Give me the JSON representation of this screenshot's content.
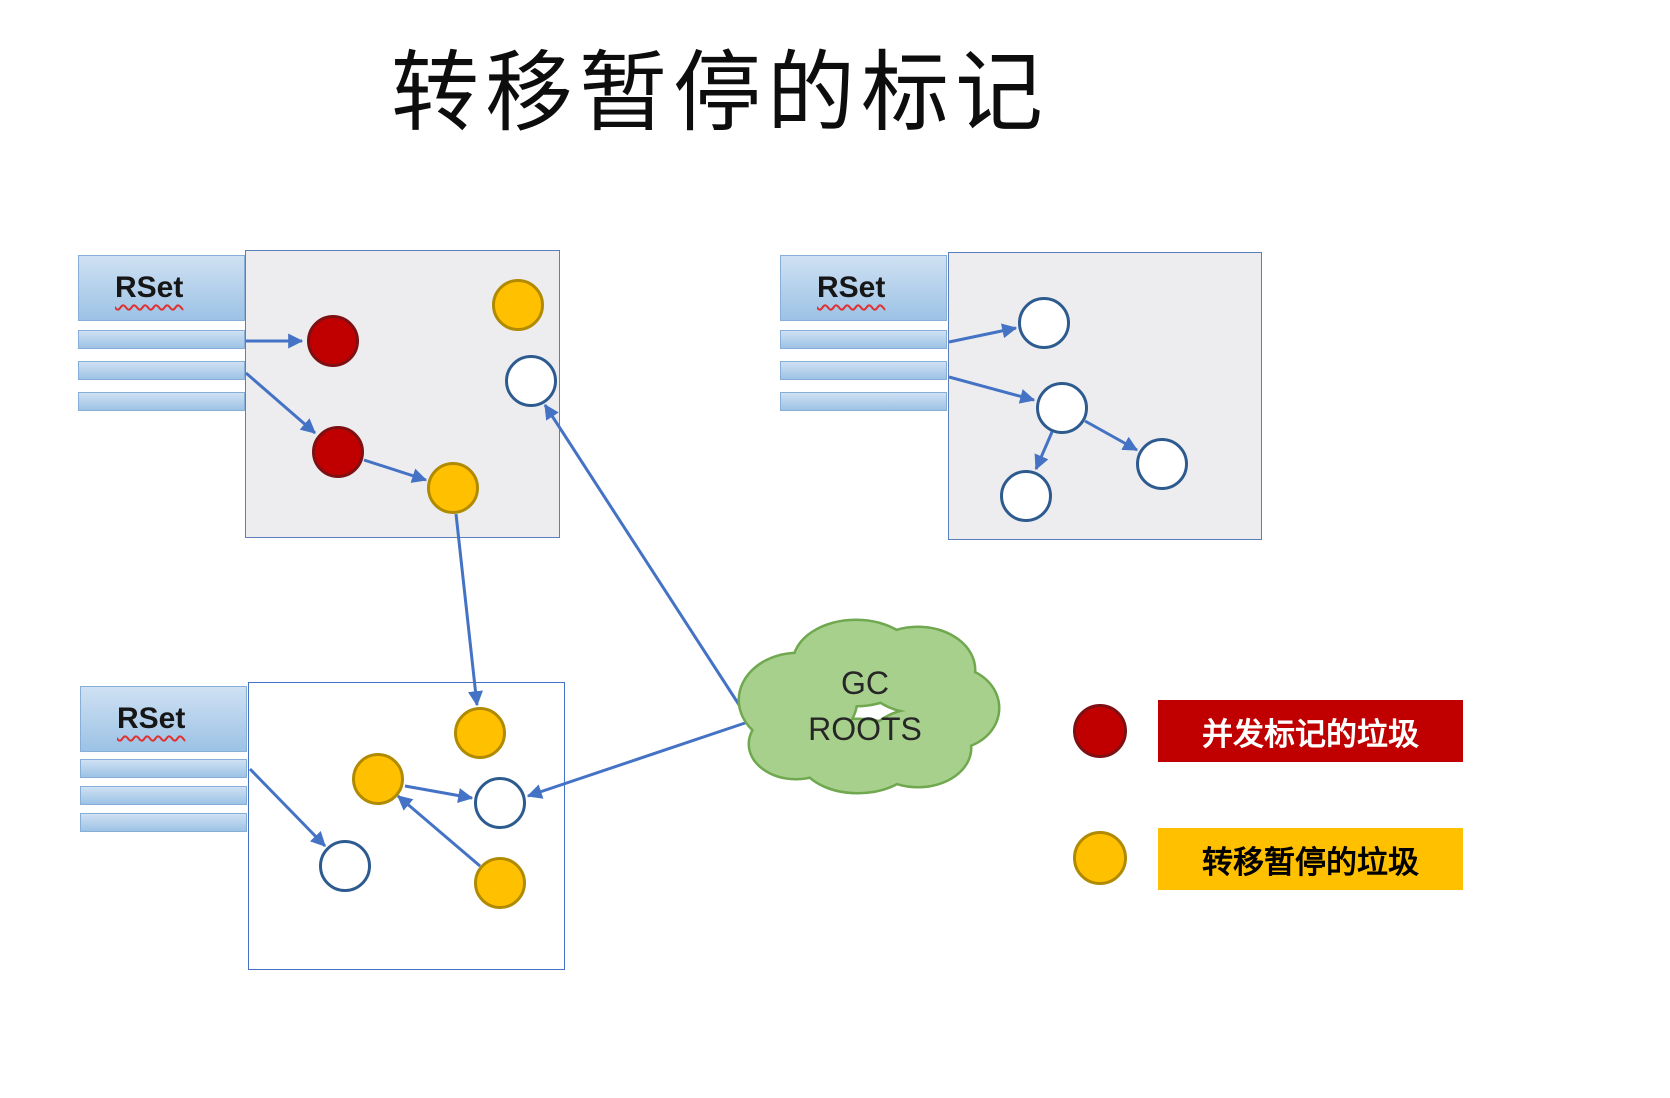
{
  "title": "转移暂停的标记",
  "regions": {
    "top_left": {
      "rset_label": "RSet"
    },
    "top_right": {
      "rset_label": "RSet"
    },
    "bottom_left": {
      "rset_label": "RSet"
    }
  },
  "gc_roots": {
    "line1": "GC",
    "line2": "ROOTS"
  },
  "legend": {
    "items": [
      {
        "swatch": "dark-red-circle",
        "label": "并发标记的垃圾",
        "swatch_color": "#C00000",
        "box_color": "#C00000",
        "text_color": "#FFFFFF"
      },
      {
        "swatch": "orange-circle",
        "label": "转移暂停的垃圾",
        "swatch_color": "#FFC000",
        "box_color": "#FFC000",
        "text_color": "#000000"
      }
    ]
  },
  "nodes": {
    "top_left_region": [
      "concurrent-marked-garbage",
      "concurrent-marked-garbage",
      "evacuation-pause-garbage",
      "evacuation-pause-garbage",
      "live-object"
    ],
    "top_right_region": [
      "live-object",
      "live-object",
      "live-object",
      "live-object"
    ],
    "bottom_left_region": [
      "evacuation-pause-garbage",
      "evacuation-pause-garbage",
      "evacuation-pause-garbage",
      "live-object",
      "live-object"
    ]
  },
  "colors": {
    "arrow_blue": "#4472C4",
    "region_fill_gray": "#EDEDEF",
    "region_border": "#4472C4",
    "rset_fill": "#A9C9EA",
    "concurrent_marked_garbage": "#C00000",
    "evacuation_pause_garbage": "#FFC000",
    "live_object_fill": "#FFFFFF",
    "node_border_blue": "#2E5B8F",
    "cloud_fill": "#A8D08D",
    "cloud_border": "#70AD47"
  }
}
